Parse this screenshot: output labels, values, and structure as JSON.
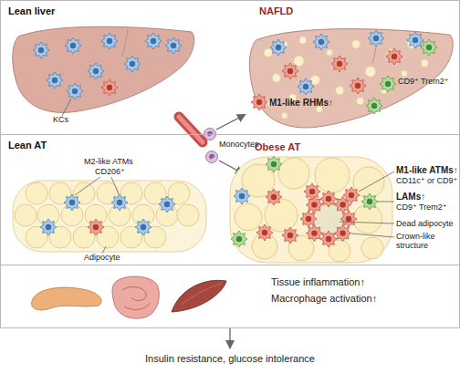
{
  "diagram": {
    "nodes": [
      {
        "text": [
          "Lean liver",
          "NAFLD"
        ]
      },
      {
        "text": [
          "Lean AT",
          "Obese AT"
        ]
      },
      {
        "text": [
          "Tissue inflammation↑",
          "Macrophage activation↑"
        ]
      },
      {
        "text": [
          "Insulin resistance, glucose intolerance"
        ]
      }
    ],
    "edges": [
      {
        "from": 2,
        "to": 3,
        "arrow": "to"
      }
    ],
    "labels": [
      "KCs",
      "CD9⁺ Trem2⁺",
      "M1-like RHMs↑",
      "Monocytes",
      "M2-like ATMs",
      "CD206⁺",
      "Adipocyte",
      "M1-like ATMs↑",
      "CD11c⁺ or CD9⁺",
      "LAMs↑",
      "CD9⁺ Trem2⁺",
      "Dead adipocyte",
      "Crown-like structure"
    ]
  }
}
